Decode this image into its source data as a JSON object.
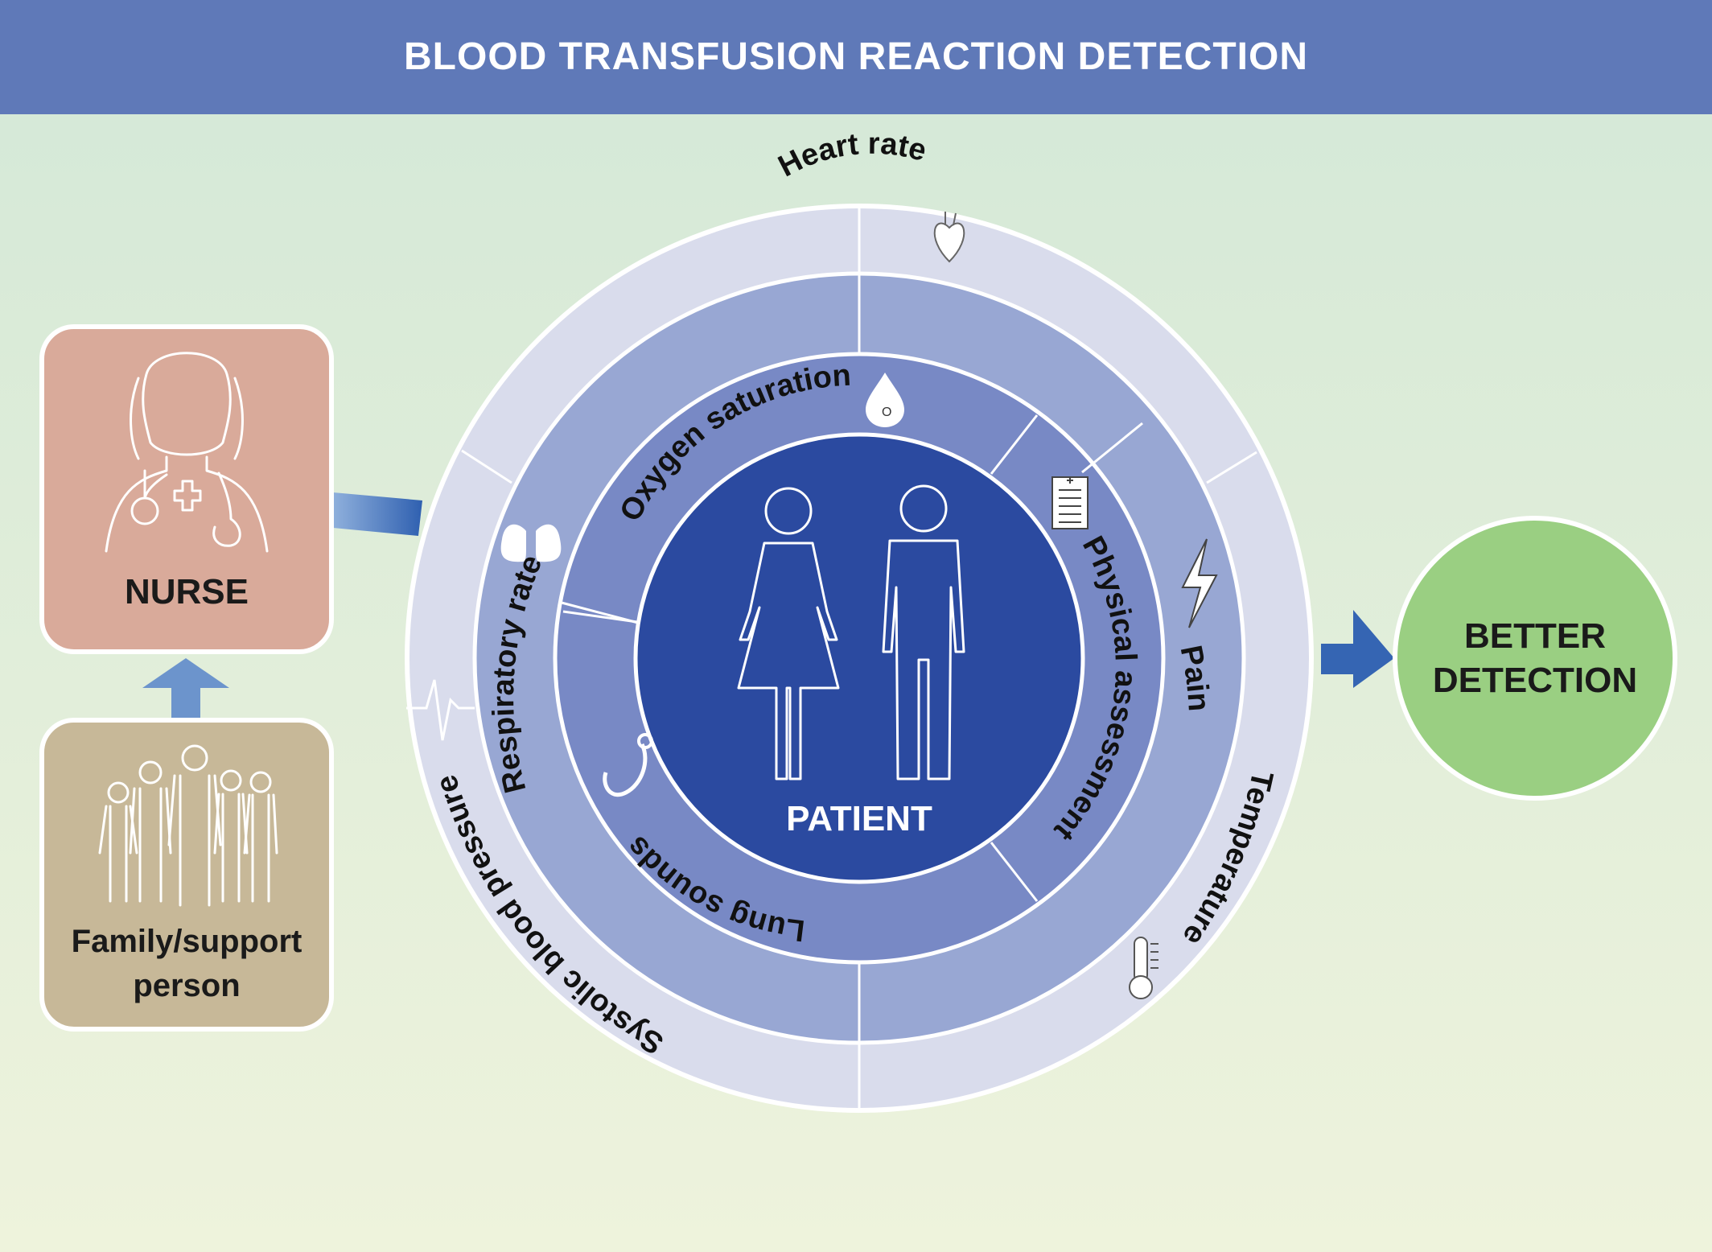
{
  "banner": {
    "title": "BLOOD TRANSFUSION REACTION DETECTION"
  },
  "nurse_box": {
    "label": "NURSE"
  },
  "family_box": {
    "line1": "Family/support",
    "line2": "person"
  },
  "patient": {
    "label": "PATIENT"
  },
  "outcome": {
    "line1": "BETTER",
    "line2": "DETECTION"
  },
  "outer_ring": {
    "heart_rate": "Heart rate",
    "temperature": "Temperature",
    "systolic": "Systolic blood pressure"
  },
  "middle_ring": {
    "respiratory": "Respiratory rate",
    "pain": "Pain"
  },
  "inner_ring": {
    "oxygen": "Oxygen saturation",
    "physical": "Physical assessment",
    "lung": "Lung sounds"
  },
  "icons": {
    "heart": "heart-icon",
    "oxygen": "oxygen-drop-icon",
    "lungs": "lungs-icon",
    "clipboard": "clipboard-icon",
    "lightning": "lightning-icon",
    "ecg": "ecg-icon",
    "stethoscope": "stethoscope-icon",
    "thermometer": "thermometer-icon",
    "nurse": "nurse-icon",
    "family": "family-icon",
    "woman": "woman-icon",
    "man": "man-icon"
  },
  "colors": {
    "banner": "#5f79b8",
    "nurse_box": "#d9aa9a",
    "family_box": "#c7b898",
    "outcome": "#9acf82",
    "outer_ring": "#d9dcec",
    "middle_ring": "#98a7d3",
    "inner_ring": "#7889c5",
    "core": "#2b4aa0",
    "arrow": "#5a7fc0"
  }
}
